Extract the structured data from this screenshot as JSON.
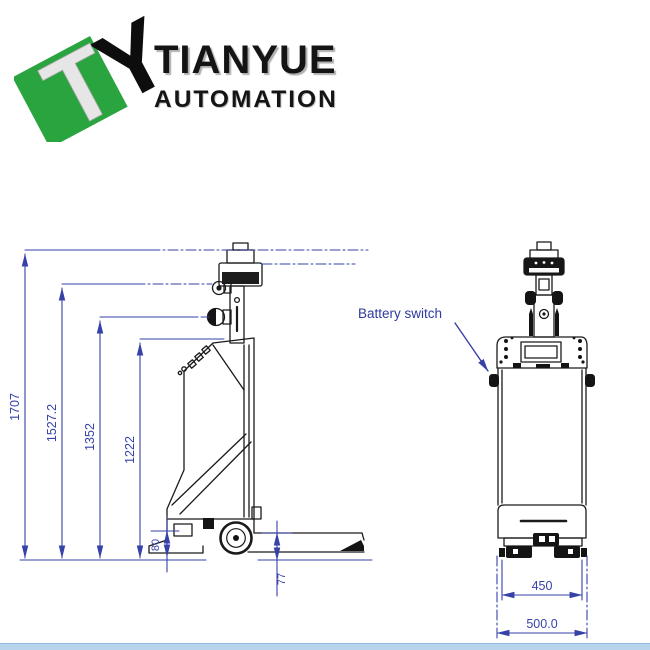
{
  "logo": {
    "brand": "TIANYUE",
    "subtitle": "AUTOMATION",
    "monogram": {
      "t": "T",
      "y": "Y"
    }
  },
  "drawing": {
    "callout_battery_switch": "Battery switch",
    "side_view": {
      "dims": {
        "overall_height": "1707",
        "upper_sensor_height": "1527.2",
        "lower_sensor_height": "1352",
        "chassis_top_height": "1222",
        "ground_clearance": "80",
        "fork_height": "77"
      }
    },
    "front_view": {
      "dims": {
        "wheel_track_width": "450",
        "overall_width": "500.0"
      }
    }
  },
  "colors": {
    "dimension_blue": "#3742a8",
    "callout_blue": "#2d3a9e",
    "logo_green": "#2aa43f",
    "drawing_line": "#1a1a1a",
    "footer_band": "#b7d4ec"
  }
}
